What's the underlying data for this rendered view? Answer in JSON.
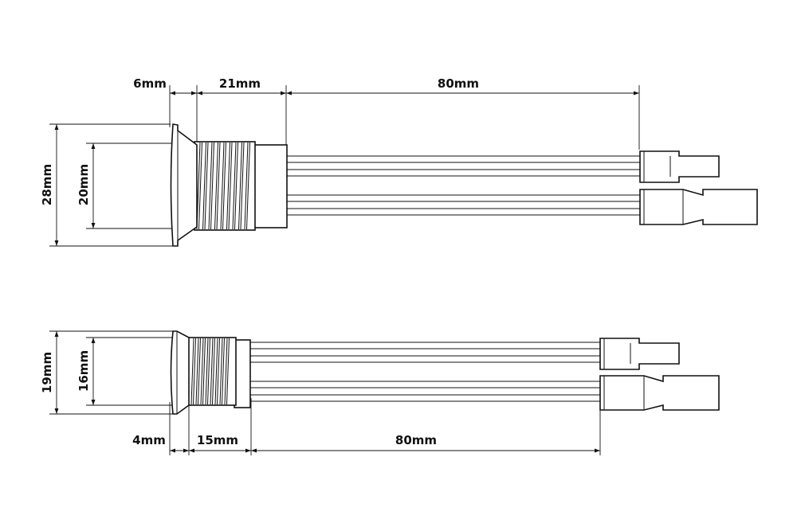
{
  "top_connector": {
    "dims": {
      "bezel_width": "6mm",
      "thread_length": "21mm",
      "wire_length": "80mm",
      "outer_diameter": "28mm",
      "inner_diameter": "20mm"
    }
  },
  "bottom_connector": {
    "dims": {
      "bezel_width": "4mm",
      "thread_length": "15mm",
      "wire_length": "80mm",
      "outer_diameter": "19mm",
      "inner_diameter": "16mm"
    }
  },
  "colors": {
    "line": "#111111",
    "background": "#ffffff"
  }
}
